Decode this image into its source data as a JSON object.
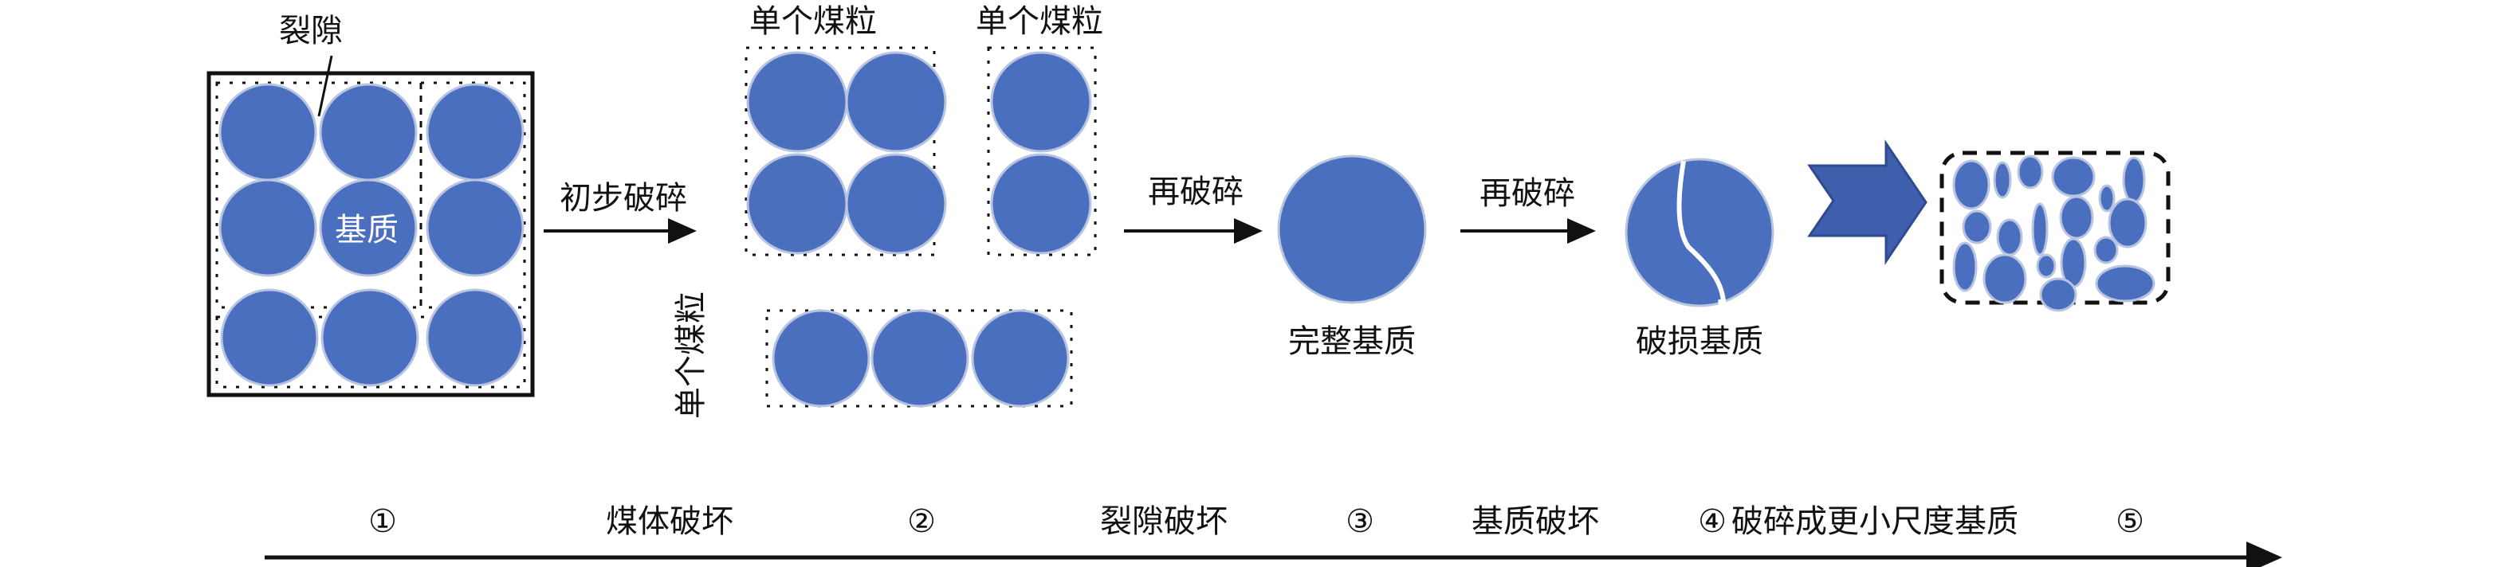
{
  "colors": {
    "grain": "#4a6fbf",
    "block_arrow": "#3f5eab",
    "line": "#111111"
  },
  "labels": {
    "fracture": "裂隙",
    "matrix": "基质",
    "initial_crush": "初步破碎",
    "single_grain_1": "单个煤粒",
    "single_grain_2": "单个煤粒",
    "single_grain_3": "单个煤粒",
    "recrush_1": "再破碎",
    "recrush_2": "再破碎",
    "intact_matrix": "完整基质",
    "damaged_matrix": "破损基质"
  },
  "timeline": {
    "stage1": "①",
    "phase1": "煤体破坏",
    "stage2": "②",
    "phase2": "裂隙破坏",
    "stage3": "③",
    "phase3": "基质破坏",
    "stage4": "④",
    "phase4": "破碎成更小尺度基质",
    "stage5": "⑤"
  }
}
